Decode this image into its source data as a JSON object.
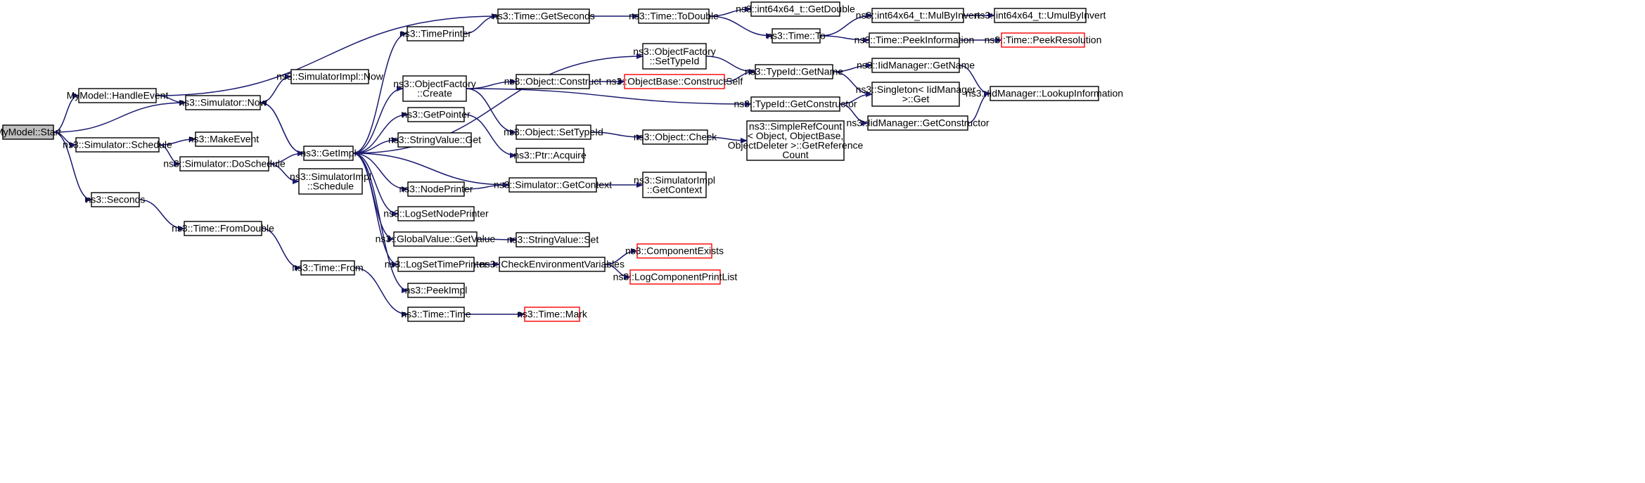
{
  "diagram": {
    "type": "call-graph",
    "colors": {
      "edge": "#191970",
      "node_border": "#000000",
      "truncated_border": "#ff0000",
      "root_fill": "#bfbfbf",
      "node_fill": "#ffffff"
    },
    "nodes": [
      {
        "id": "start",
        "lines": [
          "MyModel::Start"
        ],
        "style": "root"
      },
      {
        "id": "handleevent",
        "lines": [
          "MyModel::HandleEvent"
        ]
      },
      {
        "id": "now",
        "lines": [
          "ns3::Simulator::Now"
        ]
      },
      {
        "id": "schedule",
        "lines": [
          "ns3::Simulator::Schedule"
        ]
      },
      {
        "id": "seconds",
        "lines": [
          "ns3::Seconds"
        ]
      },
      {
        "id": "simimplnow",
        "lines": [
          "ns3::SimulatorImpl::Now"
        ]
      },
      {
        "id": "makeevent",
        "lines": [
          "ns3::MakeEvent"
        ]
      },
      {
        "id": "doschedule",
        "lines": [
          "ns3::Simulator::DoSchedule"
        ]
      },
      {
        "id": "getimpl",
        "lines": [
          "ns3::GetImpl"
        ]
      },
      {
        "id": "simimplschedule",
        "lines": [
          "ns3::SimulatorImpl",
          "::Schedule"
        ]
      },
      {
        "id": "fromdouble",
        "lines": [
          "ns3::Time::FromDouble"
        ]
      },
      {
        "id": "timefrom",
        "lines": [
          "ns3::Time::From"
        ]
      },
      {
        "id": "timetime",
        "lines": [
          "ns3::Time::Time"
        ]
      },
      {
        "id": "timemark",
        "lines": [
          "ns3::Time::Mark"
        ],
        "style": "truncated"
      },
      {
        "id": "getseconds",
        "lines": [
          "ns3::Time::GetSeconds"
        ]
      },
      {
        "id": "timeprinter",
        "lines": [
          "ns3::TimePrinter"
        ]
      },
      {
        "id": "ofcreate",
        "lines": [
          "ns3::ObjectFactory",
          "::Create"
        ]
      },
      {
        "id": "getpointer",
        "lines": [
          "ns3::GetPointer"
        ]
      },
      {
        "id": "stringvalueget",
        "lines": [
          "ns3::StringValue::Get"
        ]
      },
      {
        "id": "nodeprinter",
        "lines": [
          "ns3::NodePrinter"
        ]
      },
      {
        "id": "logsetnodeprinter",
        "lines": [
          "ns3::LogSetNodePrinter"
        ]
      },
      {
        "id": "gvgetvalue",
        "lines": [
          "ns3::GlobalValue::GetValue"
        ]
      },
      {
        "id": "logsettimeprinter",
        "lines": [
          "ns3::LogSetTimePrinter"
        ]
      },
      {
        "id": "peekimpl",
        "lines": [
          "ns3::PeekImpl"
        ]
      },
      {
        "id": "todouble",
        "lines": [
          "ns3::Time::ToDouble"
        ]
      },
      {
        "id": "ofsettypeid",
        "lines": [
          "ns3::ObjectFactory",
          "::SetTypeId"
        ]
      },
      {
        "id": "objconstruct",
        "lines": [
          "ns3::Object::Construct"
        ]
      },
      {
        "id": "objsettypeid",
        "lines": [
          "ns3::Object::SetTypeId"
        ]
      },
      {
        "id": "ptracquire",
        "lines": [
          "ns3::Ptr::Acquire"
        ]
      },
      {
        "id": "simgetcontext",
        "lines": [
          "ns3::Simulator::GetContext"
        ]
      },
      {
        "id": "stringvalueset",
        "lines": [
          "ns3::StringValue::Set"
        ]
      },
      {
        "id": "checkenv",
        "lines": [
          "ns3::CheckEnvironmentVariables"
        ]
      },
      {
        "id": "getdouble",
        "lines": [
          "ns3::int64x64_t::GetDouble"
        ]
      },
      {
        "id": "timeto",
        "lines": [
          "ns3::Time::To"
        ]
      },
      {
        "id": "constructself",
        "lines": [
          "ns3::ObjectBase::ConstructSelf"
        ],
        "style": "truncated"
      },
      {
        "id": "typeidgetname",
        "lines": [
          "ns3::TypeId::GetName"
        ]
      },
      {
        "id": "typeidgetconstructor",
        "lines": [
          "ns3::TypeId::GetConstructor"
        ]
      },
      {
        "id": "objcheck",
        "lines": [
          "ns3::Object::Check"
        ]
      },
      {
        "id": "simimplgetcontext",
        "lines": [
          "ns3::SimulatorImpl",
          "::GetContext"
        ]
      },
      {
        "id": "componentexists",
        "lines": [
          "ns3::ComponentExists"
        ],
        "style": "truncated"
      },
      {
        "id": "logcomponentprintlist",
        "lines": [
          "ns3::LogComponentPrintList"
        ],
        "style": "truncated"
      },
      {
        "id": "simplerefcount",
        "lines": [
          "ns3::SimpleRefCount",
          "< Object, ObjectBase,",
          "ObjectDeleter >::GetReference",
          "Count"
        ]
      },
      {
        "id": "mulbyinvert",
        "lines": [
          "ns3::int64x64_t::MulByInvert"
        ]
      },
      {
        "id": "peekinformation",
        "lines": [
          "ns3::Time::PeekInformation"
        ]
      },
      {
        "id": "iidgetname",
        "lines": [
          "ns3::IidManager::GetName"
        ]
      },
      {
        "id": "singletonget",
        "lines": [
          "ns3::Singleton< IidManager",
          ">::Get"
        ]
      },
      {
        "id": "iidgetconstructor",
        "lines": [
          "ns3::IidManager::GetConstructor"
        ]
      },
      {
        "id": "umulbyinvert",
        "lines": [
          "ns3::int64x64_t::UmulByInvert"
        ]
      },
      {
        "id": "peekresolution",
        "lines": [
          "ns3::Time::PeekResolution"
        ],
        "style": "truncated"
      },
      {
        "id": "lookupinformation",
        "lines": [
          "ns3::IidManager::LookupInformation"
        ]
      }
    ],
    "edges": [
      [
        "start",
        "handleevent"
      ],
      [
        "start",
        "now"
      ],
      [
        "start",
        "schedule"
      ],
      [
        "start",
        "seconds"
      ],
      [
        "handleevent",
        "getseconds"
      ],
      [
        "handleevent",
        "now"
      ],
      [
        "now",
        "simimplnow"
      ],
      [
        "now",
        "getimpl"
      ],
      [
        "schedule",
        "makeevent"
      ],
      [
        "schedule",
        "doschedule"
      ],
      [
        "doschedule",
        "getimpl"
      ],
      [
        "doschedule",
        "simimplschedule"
      ],
      [
        "seconds",
        "fromdouble"
      ],
      [
        "fromdouble",
        "timefrom"
      ],
      [
        "timefrom",
        "timetime"
      ],
      [
        "timetime",
        "timemark"
      ],
      [
        "getimpl",
        "now"
      ],
      [
        "getimpl",
        "timeprinter"
      ],
      [
        "getimpl",
        "ofcreate"
      ],
      [
        "getimpl",
        "ofsettypeid"
      ],
      [
        "getimpl",
        "getpointer"
      ],
      [
        "getimpl",
        "stringvalueget"
      ],
      [
        "getimpl",
        "nodeprinter"
      ],
      [
        "getimpl",
        "logsetnodeprinter"
      ],
      [
        "getimpl",
        "gvgetvalue"
      ],
      [
        "getimpl",
        "logsettimeprinter"
      ],
      [
        "getimpl",
        "peekimpl"
      ],
      [
        "timeprinter",
        "getseconds"
      ],
      [
        "getseconds",
        "todouble"
      ],
      [
        "todouble",
        "getdouble"
      ],
      [
        "todouble",
        "timeto"
      ],
      [
        "timeto",
        "mulbyinvert"
      ],
      [
        "timeto",
        "peekinformation"
      ],
      [
        "mulbyinvert",
        "umulbyinvert"
      ],
      [
        "peekinformation",
        "peekresolution"
      ],
      [
        "ofcreate",
        "objconstruct"
      ],
      [
        "ofcreate",
        "objsettypeid"
      ],
      [
        "ofcreate",
        "typeidgetconstructor"
      ],
      [
        "ofsettypeid",
        "typeidgetname"
      ],
      [
        "objconstruct",
        "constructself"
      ],
      [
        "constructself",
        "typeidgetname"
      ],
      [
        "typeidgetname",
        "iidgetname"
      ],
      [
        "typeidgetname",
        "singletonget"
      ],
      [
        "typeidgetconstructor",
        "singletonget"
      ],
      [
        "typeidgetconstructor",
        "iidgetconstructor"
      ],
      [
        "iidgetname",
        "lookupinformation"
      ],
      [
        "iidgetconstructor",
        "lookupinformation"
      ],
      [
        "getpointer",
        "ptracquire"
      ],
      [
        "objsettypeid",
        "objcheck"
      ],
      [
        "objcheck",
        "simplerefcount"
      ],
      [
        "nodeprinter",
        "simgetcontext"
      ],
      [
        "simgetcontext",
        "getimpl"
      ],
      [
        "simgetcontext",
        "simimplgetcontext"
      ],
      [
        "gvgetvalue",
        "stringvalueset"
      ],
      [
        "logsettimeprinter",
        "checkenv"
      ],
      [
        "checkenv",
        "componentexists"
      ],
      [
        "checkenv",
        "logcomponentprintlist"
      ]
    ]
  }
}
